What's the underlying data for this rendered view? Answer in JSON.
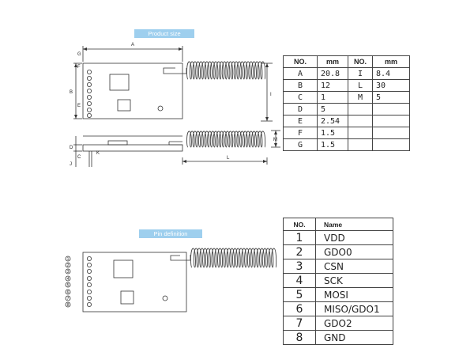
{
  "banners": {
    "product_size": "Product size",
    "pin_definition": "Pin definition"
  },
  "dim_labels": {
    "A": "A",
    "B": "B",
    "C": "C",
    "D": "D",
    "E": "E",
    "F": "F",
    "G": "G",
    "I": "I",
    "J": "J",
    "K": "K",
    "L": "L",
    "M": "M"
  },
  "dimension_table": {
    "header": [
      "NO.",
      "mm",
      "NO.",
      "mm"
    ],
    "rows": [
      [
        "A",
        "20.8",
        "I",
        "8.4"
      ],
      [
        "B",
        "12",
        "L",
        "30"
      ],
      [
        "C",
        "1",
        "M",
        "5"
      ],
      [
        "D",
        "5",
        "",
        ""
      ],
      [
        "E",
        "2.54",
        "",
        ""
      ],
      [
        "F",
        "1.5",
        "",
        ""
      ],
      [
        "G",
        "1.5",
        "",
        ""
      ]
    ]
  },
  "pin_table": {
    "header": [
      "NO.",
      "Name"
    ],
    "rows": [
      [
        "1",
        "VDD"
      ],
      [
        "2",
        "GDO0"
      ],
      [
        "3",
        "CSN"
      ],
      [
        "4",
        "SCK"
      ],
      [
        "5",
        "MOSI"
      ],
      [
        "6",
        "MISO/GDO1"
      ],
      [
        "7",
        "GDO2"
      ],
      [
        "8",
        "GND"
      ]
    ]
  },
  "pin_markers": [
    "1",
    "2",
    "3",
    "4",
    "5",
    "6",
    "7",
    "8"
  ]
}
